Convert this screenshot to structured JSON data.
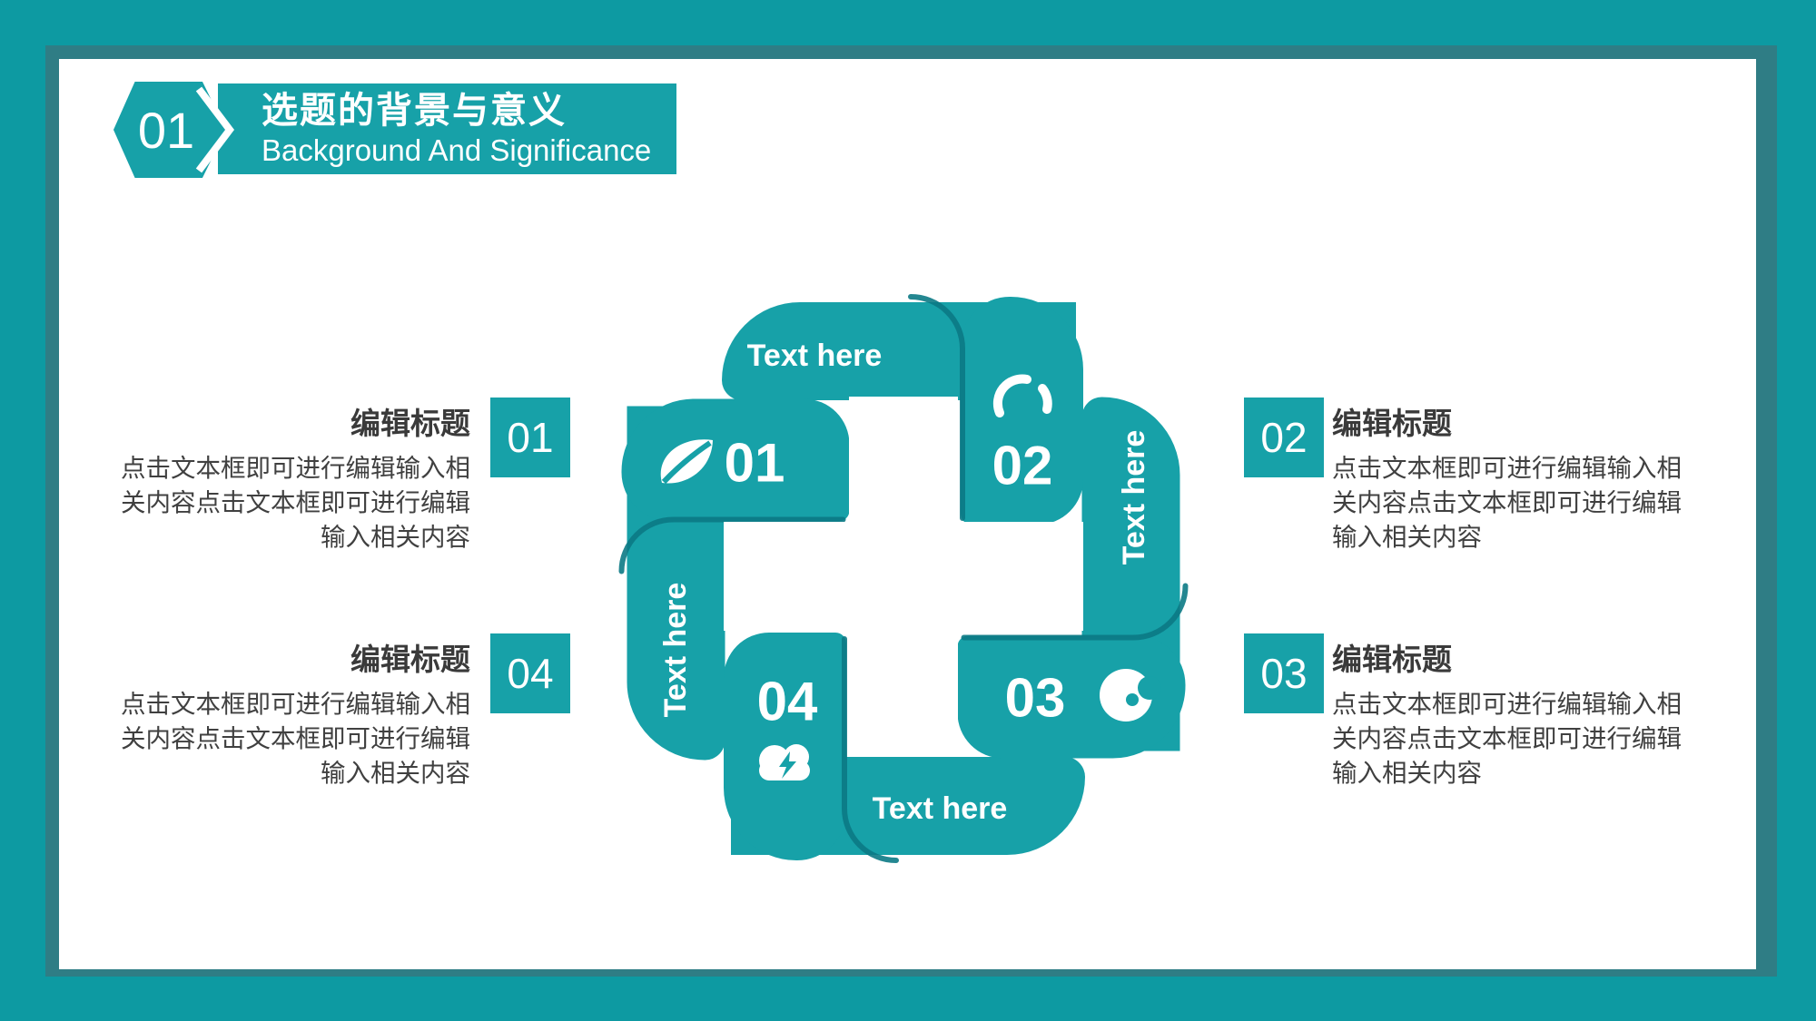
{
  "colors": {
    "teal_bg": "#0D9AA2",
    "teal": "#17A1A8",
    "teal_dark": "#0C7A85",
    "frame_shadow": "#2F7D85",
    "body_text": "#404040"
  },
  "header": {
    "index": "01",
    "title": "选题的背景与意义",
    "subtitle": "Background And Significance"
  },
  "info_rows": {
    "left": [
      {
        "number": "01",
        "title": "编辑标题",
        "body": "点击文本框即可进行编辑输入相关内容点击文本框即可进行编辑输入相关内容"
      },
      {
        "number": "04",
        "title": "编辑标题",
        "body": "点击文本框即可进行编辑输入相关内容点击文本框即可进行编辑输入相关内容"
      }
    ],
    "right": [
      {
        "number": "02",
        "title": "编辑标题",
        "body": "点击文本框即可进行编辑输入相关内容点击文本框即可进行编辑输入相关内容"
      },
      {
        "number": "03",
        "title": "编辑标题",
        "body": "点击文本框即可进行编辑输入相关内容点击文本框即可进行编辑输入相关内容"
      }
    ]
  },
  "diagram": {
    "shape": "medical-cross-pinwheel",
    "steps": [
      {
        "number": "01",
        "label": "Text here",
        "icon": "leaf-icon"
      },
      {
        "number": "02",
        "label": "Text here",
        "icon": "gauge-icon"
      },
      {
        "number": "03",
        "label": "Text here",
        "icon": "palette-icon"
      },
      {
        "number": "04",
        "label": "Text here",
        "icon": "cloud-lightning-icon"
      }
    ]
  }
}
